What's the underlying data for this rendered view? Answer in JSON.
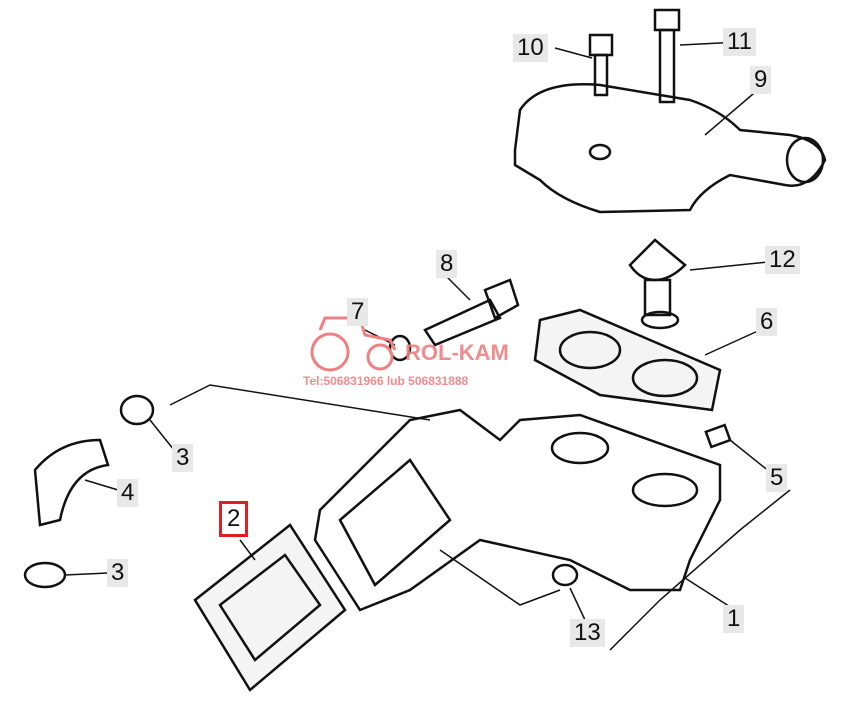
{
  "diagram": {
    "labels": [
      {
        "id": "10",
        "text": "10"
      },
      {
        "id": "11",
        "text": "11"
      },
      {
        "id": "9",
        "text": "9"
      },
      {
        "id": "12",
        "text": "12"
      },
      {
        "id": "8",
        "text": "8"
      },
      {
        "id": "7",
        "text": "7"
      },
      {
        "id": "6",
        "text": "6"
      },
      {
        "id": "3a",
        "text": "3"
      },
      {
        "id": "4",
        "text": "4"
      },
      {
        "id": "5",
        "text": "5"
      },
      {
        "id": "2",
        "text": "2"
      },
      {
        "id": "3b",
        "text": "3"
      },
      {
        "id": "13",
        "text": "13"
      },
      {
        "id": "1",
        "text": "1"
      }
    ],
    "highlighted_label": "2",
    "highlight_color": "#e02020"
  },
  "watermark": {
    "brand": "ROL-KAM",
    "phone": "Tel:506831966 lub 506831888",
    "color": "#f08080"
  }
}
